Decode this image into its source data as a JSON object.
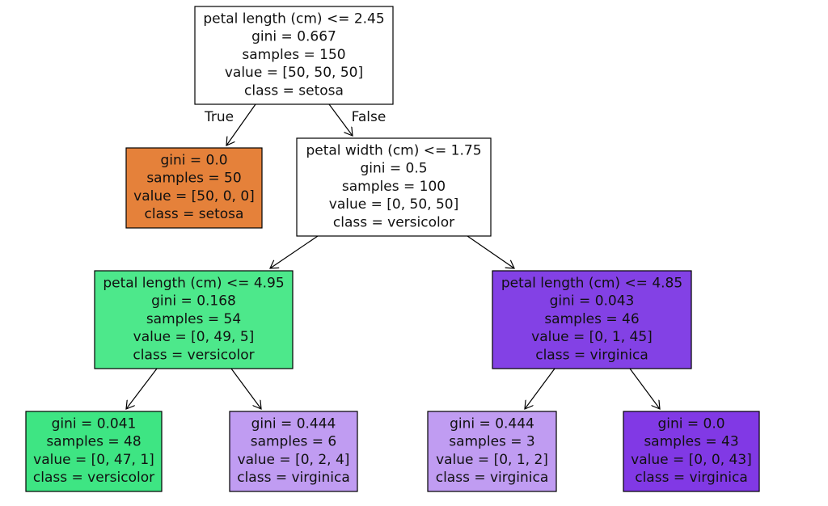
{
  "tree": {
    "nodes": [
      {
        "id": "root",
        "fill": "#ffffff",
        "lines": [
          "petal length (cm) <= 2.45",
          "gini = 0.667",
          "samples = 150",
          "value = [50, 50, 50]",
          "class = setosa"
        ]
      },
      {
        "id": "setosa-leaf",
        "fill": "#e5813a",
        "lines": [
          "gini = 0.0",
          "samples = 50",
          "value = [50, 0, 0]",
          "class = setosa"
        ]
      },
      {
        "id": "petal-width-split",
        "fill": "#ffffff",
        "lines": [
          "petal width (cm) <= 1.75",
          "gini = 0.5",
          "samples = 100",
          "value = [0, 50, 50]",
          "class = versicolor"
        ]
      },
      {
        "id": "left-petal-length-split",
        "fill": "#4de88b",
        "lines": [
          "petal length (cm) <= 4.95",
          "gini = 0.168",
          "samples = 54",
          "value = [0, 49, 5]",
          "class = versicolor"
        ]
      },
      {
        "id": "right-petal-length-split",
        "fill": "#8341e5",
        "lines": [
          "petal length (cm) <= 4.85",
          "gini = 0.043",
          "samples = 46",
          "value = [0, 1, 45]",
          "class = virginica"
        ]
      },
      {
        "id": "versicolor-leaf",
        "fill": "#3ee583",
        "lines": [
          "gini = 0.041",
          "samples = 48",
          "value = [0, 47, 1]",
          "class = versicolor"
        ]
      },
      {
        "id": "virginica-leaf-a",
        "fill": "#c09cf2",
        "lines": [
          "gini = 0.444",
          "samples = 6",
          "value = [0, 2, 4]",
          "class = virginica"
        ]
      },
      {
        "id": "virginica-leaf-b",
        "fill": "#c09cf2",
        "lines": [
          "gini = 0.444",
          "samples = 3",
          "value = [0, 1, 2]",
          "class = virginica"
        ]
      },
      {
        "id": "virginica-leaf-c",
        "fill": "#8139e5",
        "lines": [
          "gini = 0.0",
          "samples = 43",
          "value = [0, 0, 43]",
          "class = virginica"
        ]
      }
    ],
    "edges": [
      {
        "from": "root",
        "to": "setosa-leaf",
        "label": "True"
      },
      {
        "from": "root",
        "to": "petal-width-split",
        "label": "False"
      },
      {
        "from": "petal-width-split",
        "to": "left-petal-length-split",
        "label": ""
      },
      {
        "from": "petal-width-split",
        "to": "right-petal-length-split",
        "label": ""
      },
      {
        "from": "left-petal-length-split",
        "to": "versicolor-leaf",
        "label": ""
      },
      {
        "from": "left-petal-length-split",
        "to": "virginica-leaf-a",
        "label": ""
      },
      {
        "from": "right-petal-length-split",
        "to": "virginica-leaf-b",
        "label": ""
      },
      {
        "from": "right-petal-length-split",
        "to": "virginica-leaf-c",
        "label": ""
      }
    ]
  }
}
